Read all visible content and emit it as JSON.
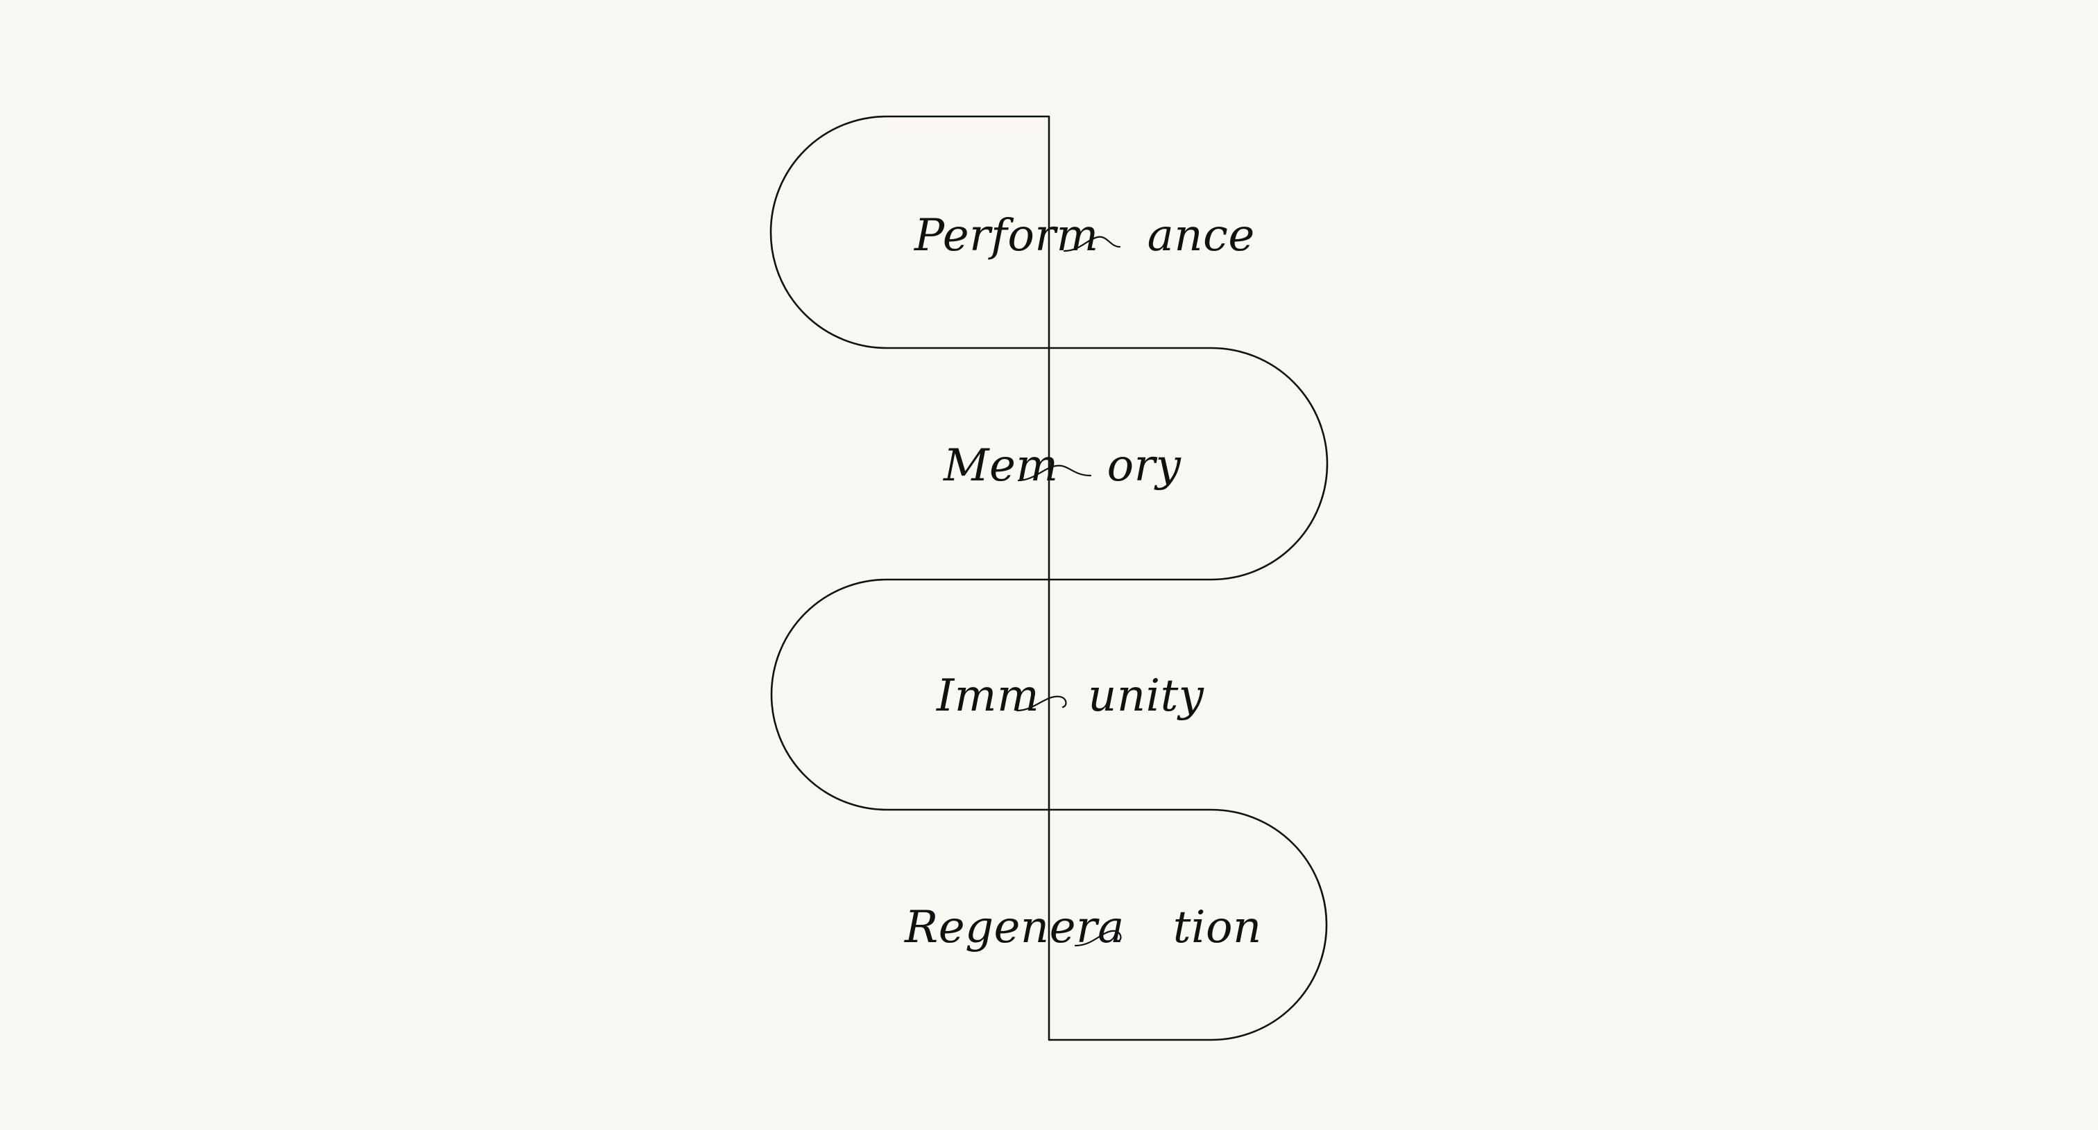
{
  "colors": {
    "background": "#f9f8f3",
    "stroke": "#111111",
    "text": "#111111"
  },
  "items": [
    {
      "left": "Perform",
      "right": "ance"
    },
    {
      "left": "Mem",
      "right": "ory"
    },
    {
      "left": "Imm",
      "right": "unity"
    },
    {
      "left": "Regenera",
      "right": "tion"
    }
  ]
}
